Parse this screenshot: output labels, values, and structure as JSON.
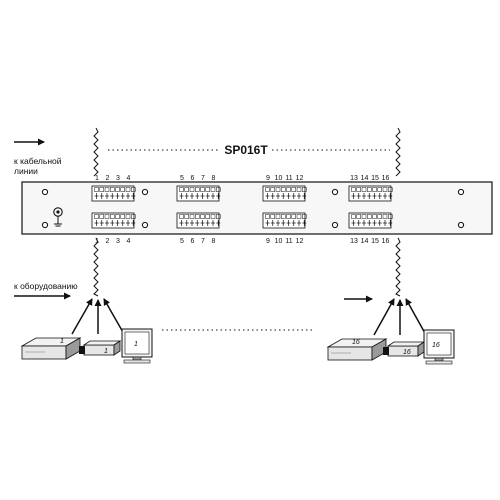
{
  "diagram": {
    "title": "SP016T",
    "label_to_cable": "к кабельной\nлинии",
    "label_to_equipment": "к оборудованию",
    "port_numbers": [
      "1",
      "2",
      "3",
      "4",
      "5",
      "6",
      "7",
      "8",
      "9",
      "10",
      "11",
      "12",
      "13",
      "14",
      "15",
      "16"
    ],
    "device_groups": [
      {
        "number": "1",
        "recorder_label": "1",
        "camera_label": "1",
        "monitor_label": "1"
      },
      {
        "number": "16",
        "recorder_label": "16",
        "camera_label": "16",
        "monitor_label": "16"
      }
    ],
    "colors": {
      "line": "#111111",
      "panel_fill": "#f7f7f7",
      "device_fill": "#e6e6e6",
      "device_shade": "#9a9a9a"
    }
  }
}
